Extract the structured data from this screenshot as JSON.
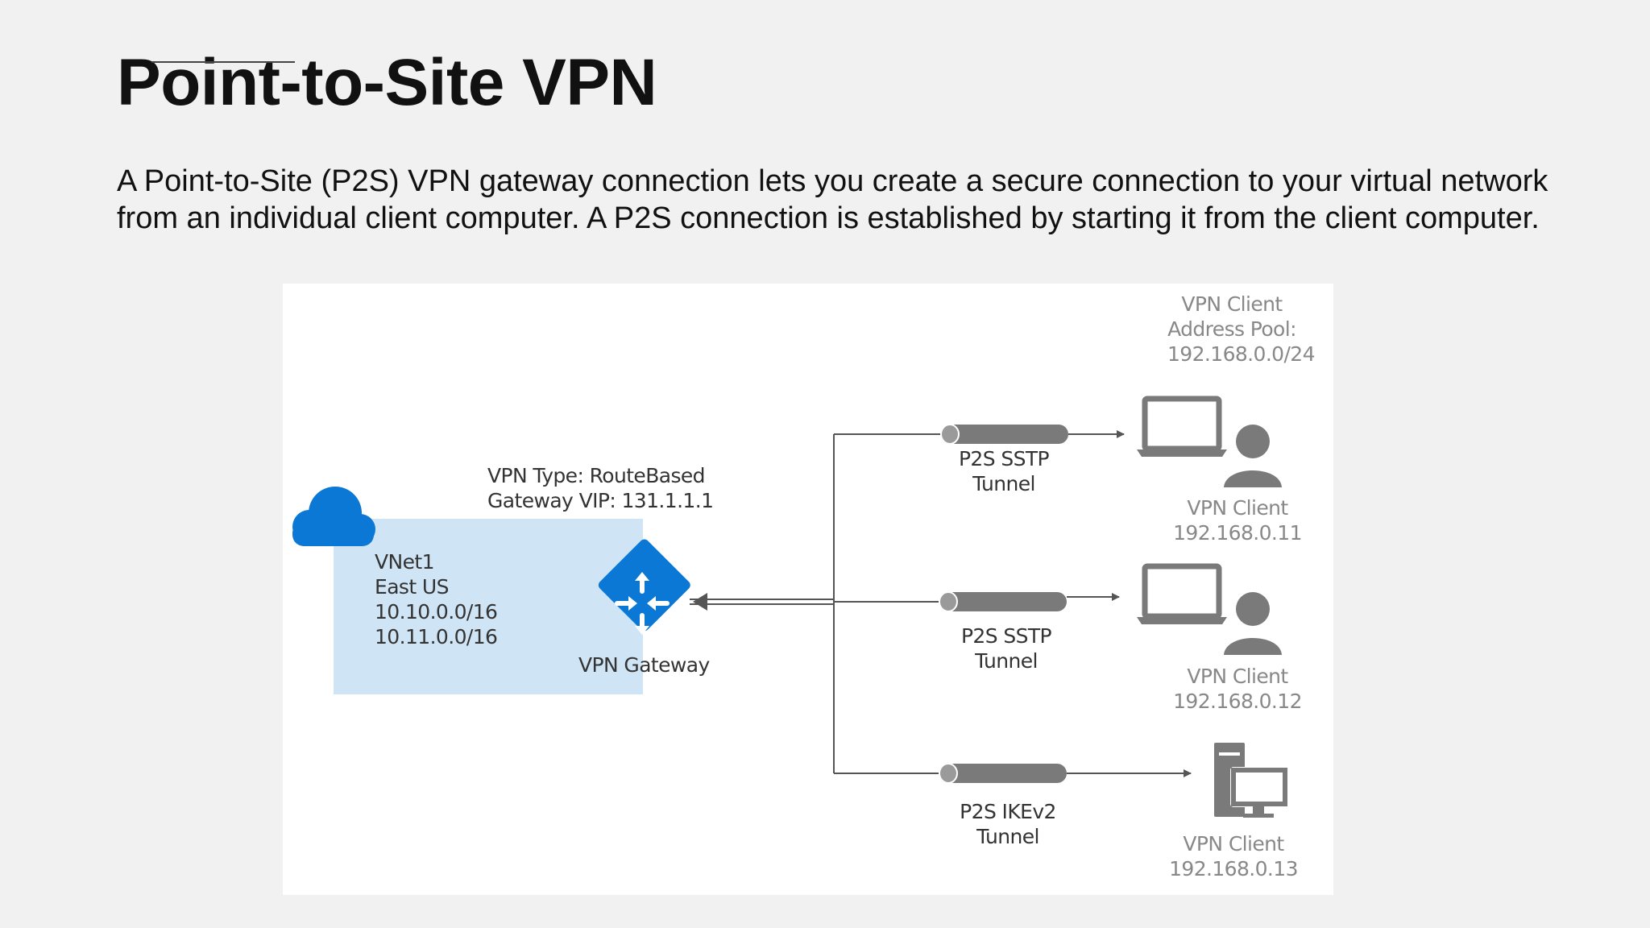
{
  "slide": {
    "title": "Point-to-Site VPN",
    "description": "A Point-to-Site (P2S) VPN gateway connection lets you create a secure connection to your virtual network from an individual client computer. A P2S connection is established by starting it from the client computer."
  },
  "diagram": {
    "address_pool": "VPN Client\nAddress Pool:\n192.168.0.0/24",
    "vnet": {
      "name": "VNet1",
      "region": "East US",
      "prefix1": "10.10.0.0/16",
      "prefix2": "10.11.0.0/16"
    },
    "gateway": {
      "info": "VPN Type: RouteBased\nGateway VIP: 131.1.1.1",
      "label": "VPN Gateway"
    },
    "tunnels": [
      {
        "label": "P2S SSTP\nTunnel"
      },
      {
        "label": "P2S SSTP\nTunnel"
      },
      {
        "label": "P2S IKEv2\nTunnel"
      }
    ],
    "clients": [
      {
        "label": "VPN Client\n192.168.0.11",
        "icon": "laptop-user-icon"
      },
      {
        "label": "VPN Client\n192.168.0.12",
        "icon": "laptop-user-icon"
      },
      {
        "label": "VPN Client\n192.168.0.13",
        "icon": "desktop-computer-icon"
      }
    ],
    "colors": {
      "vnet_fill": "#cfe4f5",
      "azure_blue": "#0a78d4",
      "line": "#555555",
      "tunnel": "#7a7a7a",
      "label_grey": "#888888"
    }
  }
}
